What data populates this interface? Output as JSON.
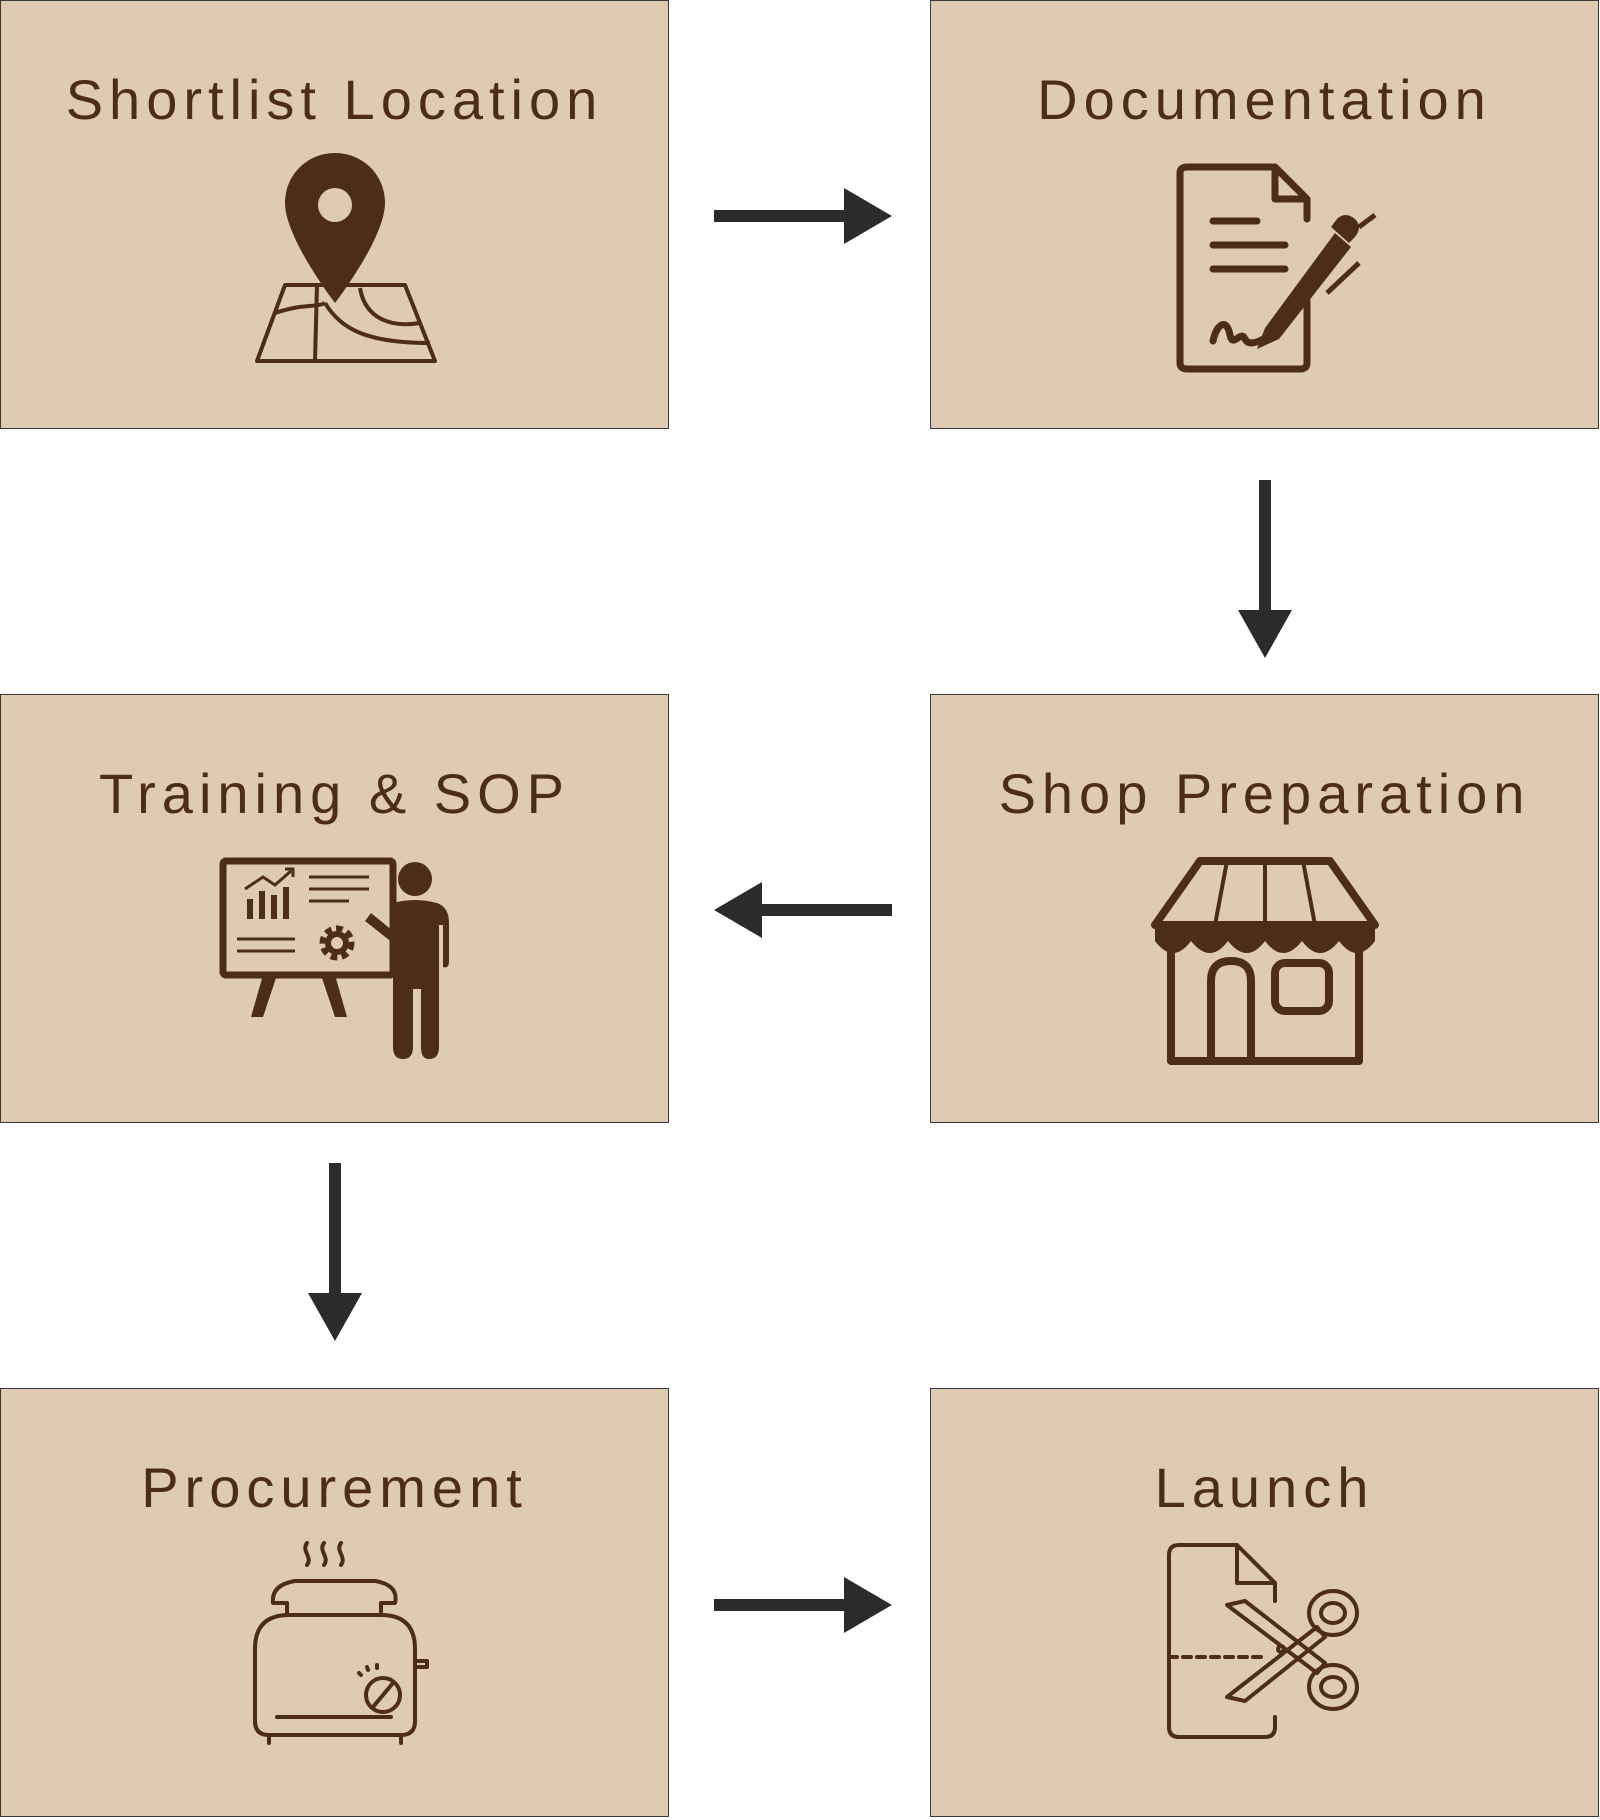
{
  "steps": [
    {
      "title": "Shortlist Location",
      "icon": "map-pin-icon"
    },
    {
      "title": "Documentation",
      "icon": "document-sign-icon"
    },
    {
      "title": "Shop Preparation",
      "icon": "storefront-icon"
    },
    {
      "title": "Training & SOP",
      "icon": "presentation-icon"
    },
    {
      "title": "Procurement",
      "icon": "toaster-icon"
    },
    {
      "title": "Launch",
      "icon": "scissors-document-icon"
    }
  ],
  "colors": {
    "box_fill": "#decbb2",
    "icon": "#4e2d18",
    "arrow": "#2b2b2b",
    "border": "#3a3a3a"
  }
}
